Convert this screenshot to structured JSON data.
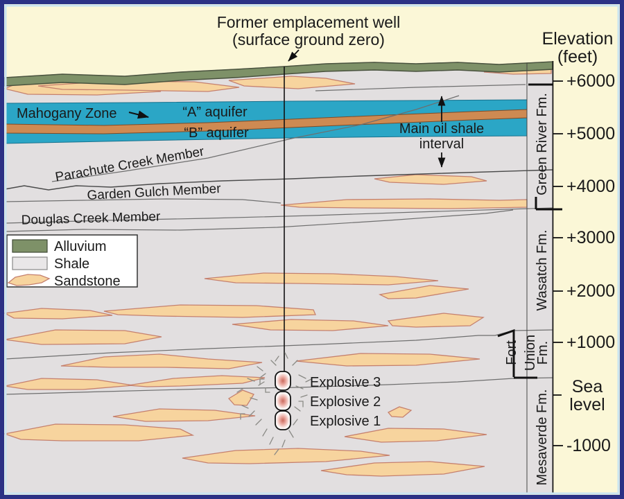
{
  "title": {
    "line1": "Former emplacement well",
    "line2": "(surface ground zero)"
  },
  "elevation": {
    "heading_line1": "Elevation",
    "heading_line2": "(feet)",
    "ticks": [
      "+6000",
      "+5000",
      "+4000",
      "+3000",
      "+2000",
      "+1000",
      "-1000"
    ],
    "sea_level_line1": "Sea",
    "sea_level_line2": "level"
  },
  "formations": {
    "green_river": "Green River Fm.",
    "wasatch": "Wasatch Fm.",
    "fort_union_line1": "Fort",
    "fort_union_line2": "Union",
    "fort_union_line3": "Fm.",
    "mesaverde": "Mesaverde Fm."
  },
  "members": {
    "parachute": "Parachute Creek Member",
    "garden_gulch": "Garden Gulch Member",
    "douglas": "Douglas Creek Member"
  },
  "zones": {
    "mahogany": "Mahogany Zone",
    "aquifer_a": "“A” aquifer",
    "aquifer_b": "“B” aquifer",
    "oil_shale_line1": "Main oil shale",
    "oil_shale_line2": "interval"
  },
  "explosives": [
    "Explosive 3",
    "Explosive 2",
    "Explosive 1"
  ],
  "legend": {
    "alluvium": "Alluvium",
    "shale": "Shale",
    "sandstone": "Sandstone"
  },
  "colors": {
    "background": "#FBF7D7",
    "border": "#2B3185",
    "inner_border": "#C9E3F0",
    "shale": "#E2DFE0",
    "alluvium": "#7E9168",
    "sandstone": "#F7D49E",
    "sandstone_outline": "#C5806E",
    "aquifer_blue": "#2BA6C6",
    "mahogany_orange": "#CE8A52",
    "contact_line": "#6E6E6E"
  }
}
